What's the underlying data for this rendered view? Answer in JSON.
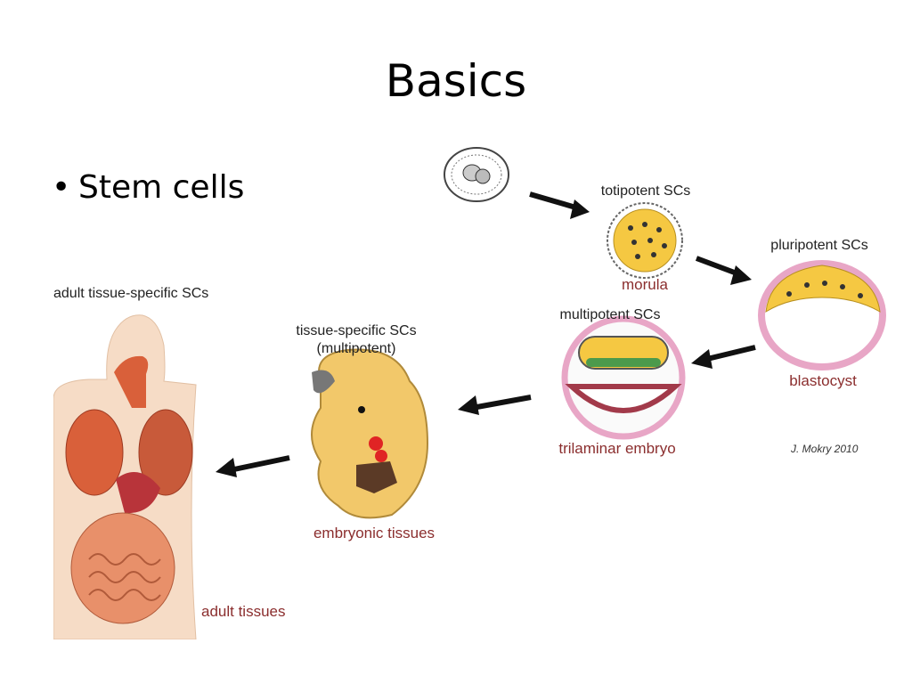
{
  "slide": {
    "title": "Basics",
    "bullet": "Stem cells"
  },
  "figure": {
    "labels": {
      "totipotent": "totipotent SCs",
      "morula": "morula",
      "pluripotent": "pluripotent SCs",
      "blastocyst": "blastocyst",
      "multipotent": "multipotent SCs",
      "trilaminar": "trilaminar embryo",
      "tissue_specific_1": "tissue-specific SCs",
      "tissue_specific_2": "(multipotent)",
      "embryonic": "embryonic tissues",
      "adult_specific": "adult tissue-specific SCs",
      "adult_tissues": "adult tissues"
    },
    "signature": "J. Mokry 2010",
    "colors": {
      "yolk": "#f5c842",
      "embryo": "#f2c86a",
      "pink": "#e8a6c6",
      "accent_red": "#a23a4a",
      "organ": "#d9603a",
      "label_red": "#8b2e2e"
    }
  }
}
